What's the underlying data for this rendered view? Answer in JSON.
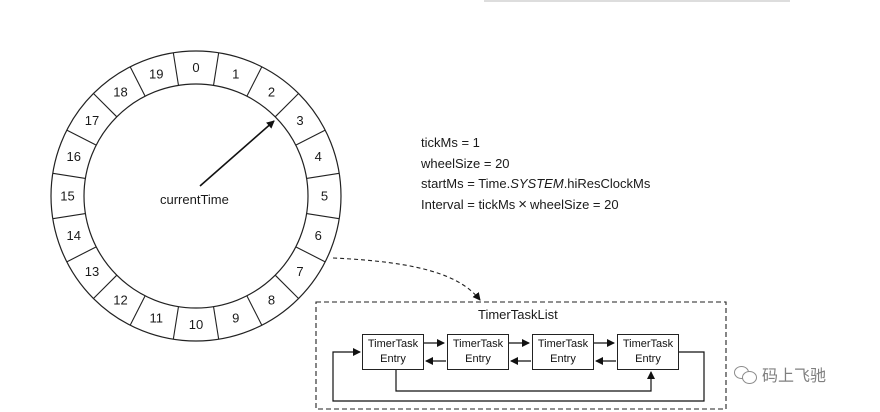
{
  "wheel": {
    "center_label": "currentTime",
    "slots": [
      "0",
      "1",
      "2",
      "3",
      "4",
      "5",
      "6",
      "7",
      "8",
      "9",
      "10",
      "11",
      "12",
      "13",
      "14",
      "15",
      "16",
      "17",
      "18",
      "19"
    ]
  },
  "params": {
    "tick": "tickMs = 1",
    "wheel_size": "wheelSize = 20",
    "start_prefix": "startMs = Time.",
    "start_italic": "SYSTEM",
    "start_suffix": ".hiResClockMs",
    "interval_prefix": "Interval = tickMs",
    "interval_times": "×",
    "interval_suffix": "wheelSize = 20"
  },
  "task_list": {
    "title": "TimerTaskList",
    "entries": [
      {
        "line1": "TimerTask",
        "line2": "Entry"
      },
      {
        "line1": "TimerTask",
        "line2": "Entry"
      },
      {
        "line1": "TimerTask",
        "line2": "Entry"
      },
      {
        "line1": "TimerTask",
        "line2": "Entry"
      }
    ]
  },
  "watermark": {
    "text": "码上飞驰",
    "icon": "wechat-icon"
  },
  "colors": {
    "stroke": "#222222",
    "text": "#1a1a1a",
    "watermark": "#666666"
  }
}
